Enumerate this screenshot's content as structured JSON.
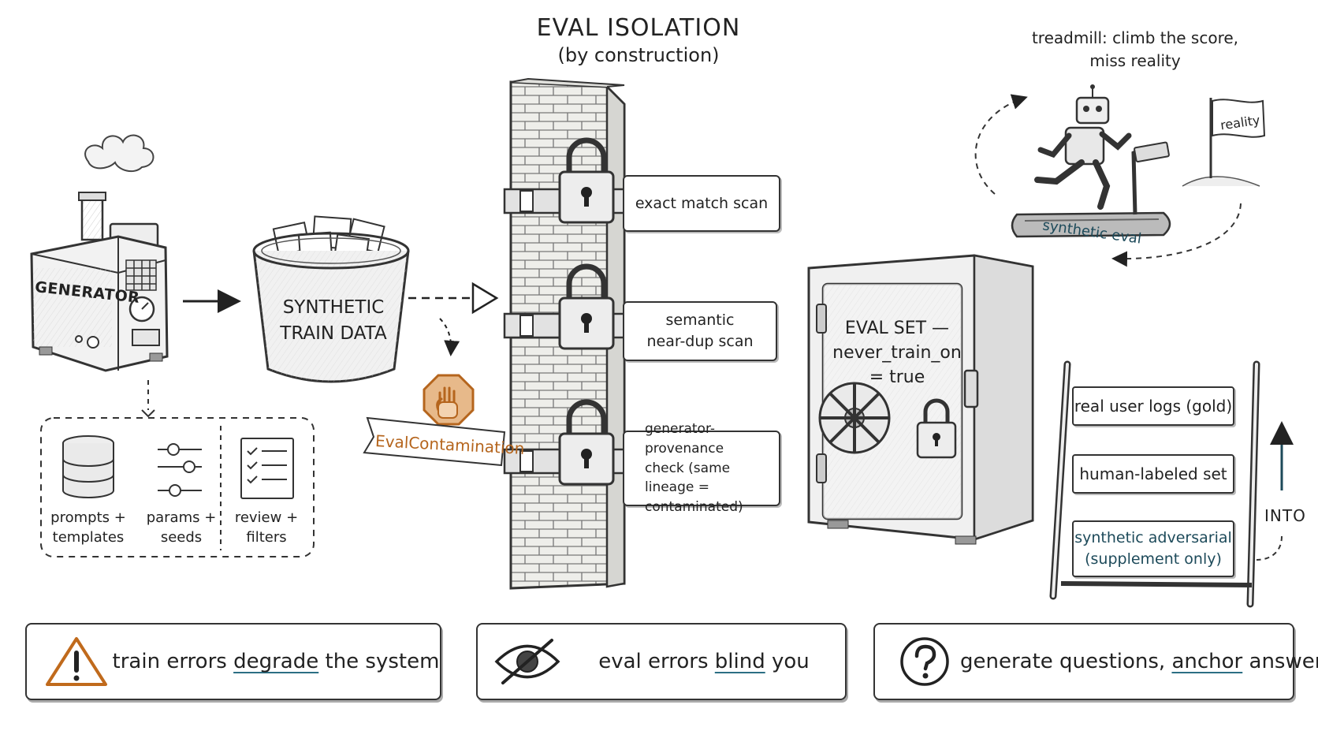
{
  "header": {
    "title": "EVAL ISOLATION",
    "subtitle": "(by construction)"
  },
  "generator": {
    "label": "GENERATOR",
    "inputs": [
      {
        "icon": "database-icon",
        "caption": "prompts + templates"
      },
      {
        "icon": "sliders-icon",
        "caption": "params + seeds"
      },
      {
        "icon": "checklist-icon",
        "caption": "review + filters"
      }
    ]
  },
  "bucket": {
    "line1": "SYNTHETIC",
    "line2": "TRAIN DATA"
  },
  "stop": {
    "icon": "stop-hand-icon",
    "banner": "EvalContamination",
    "accent_color": "#c06a1c"
  },
  "scans": [
    {
      "label": "exact match scan"
    },
    {
      "line1": "semantic",
      "line2": "near-dup scan"
    },
    {
      "line1": "generator-provenance",
      "line2": "check (same lineage =",
      "line3": "contaminated)"
    }
  ],
  "vault": {
    "line1": "EVAL SET —",
    "line2": "never_train_on",
    "line3": "= true"
  },
  "treadmill": {
    "note_line1": "treadmill: climb the score,",
    "note_line2": "miss reality",
    "flag_label": "reality",
    "belt_label": "synthetic eval"
  },
  "ladder": {
    "rungs": [
      {
        "label": "real user logs (gold)"
      },
      {
        "label": "human-labeled set"
      },
      {
        "line1": "synthetic adversarial",
        "line2": "(supplement only)"
      }
    ],
    "arrow_label": "INTO"
  },
  "takeaways": [
    {
      "icon": "warning-icon",
      "pre": "train errors ",
      "key": "degrade",
      "post": " the system"
    },
    {
      "icon": "eye-slash-icon",
      "pre": "eval errors ",
      "key": "blind",
      "post": " you"
    },
    {
      "icon": "question-icon",
      "pre": "generate questions, ",
      "key": "anchor",
      "post": " answers"
    }
  ],
  "colors": {
    "ink": "#222222",
    "accent_teal": "#2c6f84",
    "accent_orange": "#c06a1c"
  }
}
